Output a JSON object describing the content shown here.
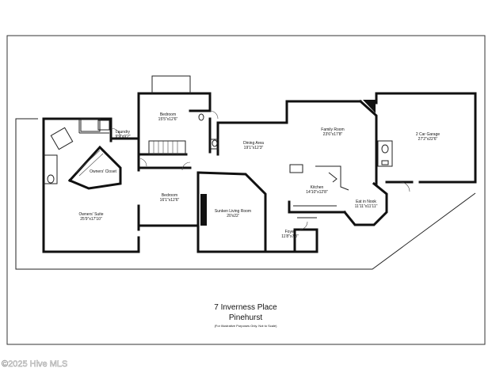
{
  "rooms": [
    {
      "id": "owners-suite",
      "name": "Owners' Suite",
      "dim": "25'9\"x17'10\""
    },
    {
      "id": "owners-closet",
      "name": "Owners' Closet",
      "dim": ""
    },
    {
      "id": "laundry",
      "name": "Laundry",
      "dim": "9'9\"x9'2\""
    },
    {
      "id": "bedroom-upper",
      "name": "Bedroom",
      "dim": "15'5\"x12'6\""
    },
    {
      "id": "bedroom-lower",
      "name": "Bedroom",
      "dim": "16'1\"x12'6\""
    },
    {
      "id": "sunken-living",
      "name": "Sunken Living Room",
      "dim": "20'x22'"
    },
    {
      "id": "dining",
      "name": "Dining Area",
      "dim": "19'1\"x12'3\""
    },
    {
      "id": "family",
      "name": "Family Room",
      "dim": "23'6\"x17'8\""
    },
    {
      "id": "kitchen",
      "name": "Kitchen",
      "dim": "14'10\"x12'8\""
    },
    {
      "id": "nook",
      "name": "Eat in Nook",
      "dim": "11'11\"x11'11\""
    },
    {
      "id": "foyer",
      "name": "Foyer",
      "dim": "11'8\"x7'8\""
    },
    {
      "id": "garage",
      "name": "2 Car Garage",
      "dim": "27'2\"x22'6\""
    }
  ],
  "title": {
    "line1": "7 Inverness Place",
    "line2": "Pinehurst",
    "note": "(For Illustrative Purposes Only. Not to Scale)"
  },
  "watermark": "©2025 Hive MLS",
  "colors": {
    "wall": "#111111",
    "frame": "#333333",
    "background": "#ffffff"
  }
}
